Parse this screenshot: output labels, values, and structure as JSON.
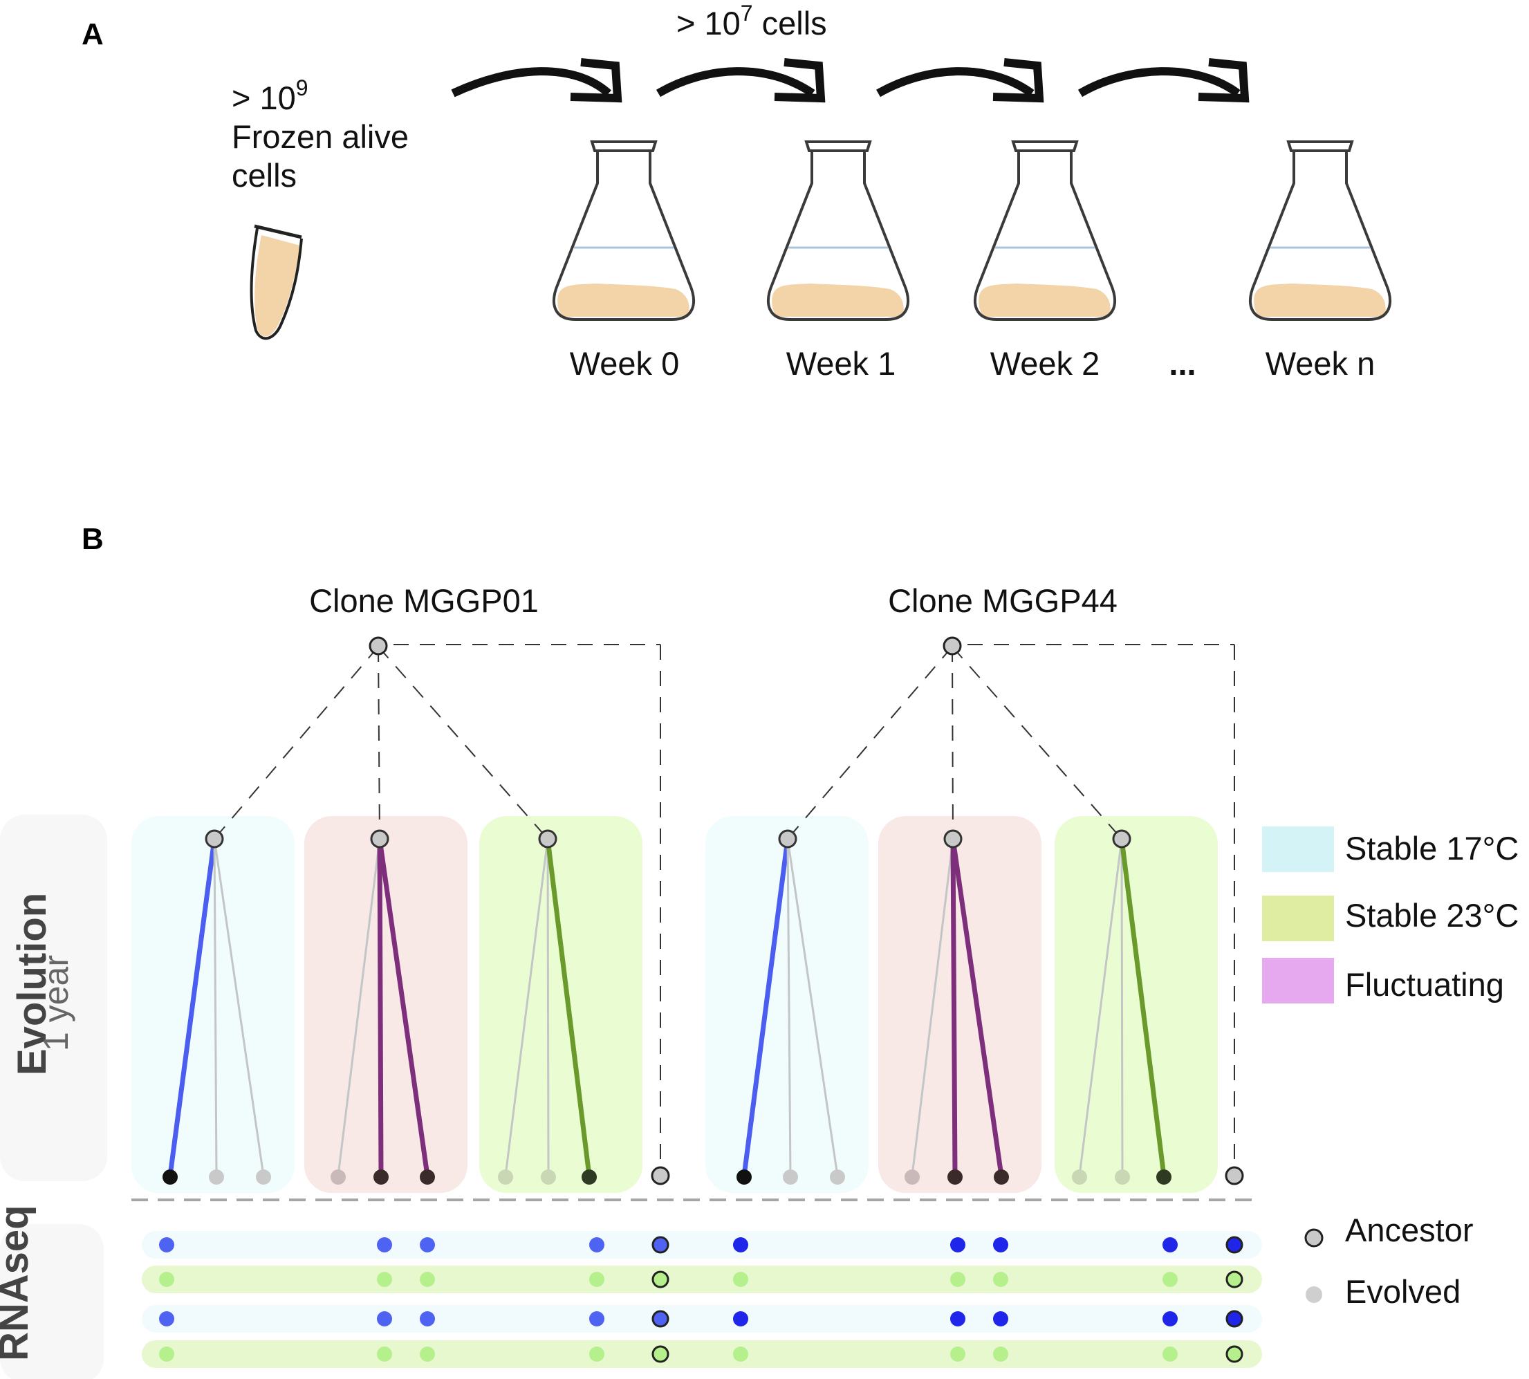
{
  "panel_a": {
    "letter": "A",
    "tube_prefix": "> 10",
    "tube_exp": "9",
    "tube_line2": "Frozen alive",
    "tube_line3": "cells",
    "transfer_prefix": "> 10",
    "transfer_exp": "7",
    "transfer_suffix": " cells",
    "weeks": [
      "Week 0",
      "Week 1",
      "Week 2",
      "Week n"
    ],
    "ellipsis": "...",
    "colors": {
      "culture": "#f3d3a8",
      "flask_line": "#3a3a3a",
      "medium_line": "#a9c4dc"
    }
  },
  "panel_b": {
    "letter": "B",
    "clones": [
      "Clone MGGP01",
      "Clone MGGP44"
    ],
    "side_evolution_title": "Evolution",
    "side_evolution_sub": "1 year",
    "side_rnaseq_title": "RNAseq",
    "legend_env": [
      {
        "label": "Stable 17°C",
        "color": "#d4f3f6"
      },
      {
        "label": "Stable 23°C",
        "color": "#deeda1"
      },
      {
        "label": "Fluctuating",
        "color": "#e6a9ef"
      }
    ],
    "legend_nodes": [
      {
        "label": "Ancestor",
        "kind": "ancestor"
      },
      {
        "label": "Evolved",
        "kind": "evolved"
      }
    ],
    "colors": {
      "box_17": "#f1fcfd",
      "box_fluct": "#f8e8e6",
      "box_23": "#eafcd2",
      "line_17": "#4b5ef0",
      "line_fluct": "#7e2f7c",
      "line_23": "#6a9a2b",
      "faint_line": "#c3c6c6",
      "ancestor_node": "#c9c9c9",
      "rna_17_strip": "#f1fbfd",
      "rna_23_strip": "#e7f8cf",
      "rna_17_dot_a": "#4f63f2",
      "rna_17_dot_b": "#1f26ea",
      "rna_23_dot": "#b6f08c"
    }
  }
}
